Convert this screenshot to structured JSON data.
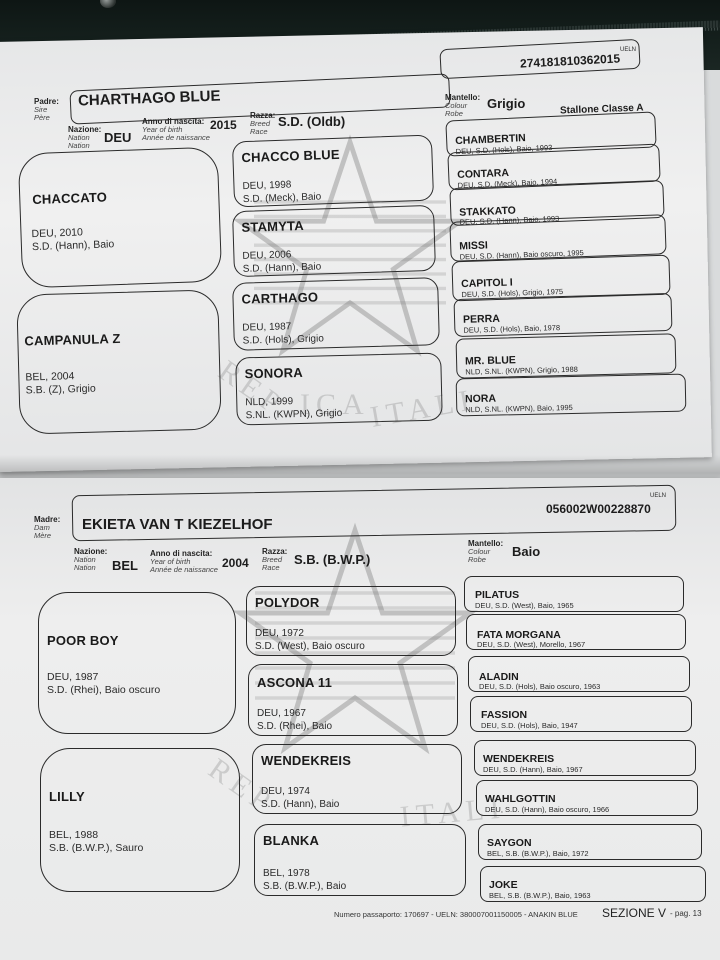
{
  "sire": {
    "label": {
      "it": "Padre:",
      "en": "Sire",
      "fr": "Père"
    },
    "name": "CHARTHAGO BLUE",
    "ueln_label": "UELN",
    "ueln": "274181810362015",
    "nation_label": {
      "it": "Nazione:",
      "en": "Nation",
      "fr": "Nation"
    },
    "nation": "DEU",
    "birth_label": {
      "it": "Anno di nascita:",
      "en": "Year of birth",
      "fr": "Année de naissance"
    },
    "birth_year": "2015",
    "breed_label": {
      "it": "Razza:",
      "en": "Breed",
      "fr": "Race"
    },
    "breed": "S.D. (Oldb)",
    "colour_label": {
      "it": "Mantello:",
      "en": "Colour",
      "fr": "Robe"
    },
    "colour": "Grigio",
    "class": "Stallone Classe A",
    "parents": [
      {
        "name": "CHACCATO",
        "line1": "DEU, 2010",
        "line2": "S.D. (Hann), Baio"
      },
      {
        "name": "CAMPANULA Z",
        "line1": "BEL, 2004",
        "line2": "S.B. (Z), Grigio"
      }
    ],
    "grandparents": [
      {
        "name": "CHACCO BLUE",
        "line1": "DEU, 1998",
        "line2": "S.D. (Meck), Baio"
      },
      {
        "name": "STAMYTA",
        "line1": "DEU, 2006",
        "line2": "S.D. (Hann), Baio"
      },
      {
        "name": "CARTHAGO",
        "line1": "DEU, 1987",
        "line2": "S.D. (Hols), Grigio"
      },
      {
        "name": "SONORA",
        "line1": "NLD, 1999",
        "line2": "S.NL. (KWPN), Grigio"
      }
    ],
    "great_grandparents": [
      {
        "name": "CHAMBERTIN",
        "info": "DEU, S.D.  (Hols), Baio, 1993"
      },
      {
        "name": "CONTARA",
        "info": "DEU, S.D.  (Meck), Baio, 1994"
      },
      {
        "name": "STAKKATO",
        "info": "DEU, S.D.  (Hann), Baio, 1993"
      },
      {
        "name": "MISSI",
        "info": "DEU, S.D.  (Hann), Baio oscuro, 1995"
      },
      {
        "name": "CAPITOL I",
        "info": "DEU, S.D.  (Hols), Grigio, 1975"
      },
      {
        "name": "PERRA",
        "info": "DEU, S.D.  (Hols), Baio, 1978"
      },
      {
        "name": "MR. BLUE",
        "info": "NLD, S.NL.  (KWPN), Grigio, 1988"
      },
      {
        "name": "NORA",
        "info": "NLD, S.NL.  (KWPN), Baio, 1995"
      }
    ]
  },
  "dam": {
    "label": {
      "it": "Madre:",
      "en": "Dam",
      "fr": "Mère"
    },
    "name": "EKIETA VAN T KIEZELHOF",
    "ueln_label": "UELN",
    "ueln": "056002W00228870",
    "nation_label": {
      "it": "Nazione:",
      "en": "Nation",
      "fr": "Nation"
    },
    "nation": "BEL",
    "birth_label": {
      "it": "Anno di nascita:",
      "en": "Year of birth",
      "fr": "Année de naissance"
    },
    "birth_year": "2004",
    "breed_label": {
      "it": "Razza:",
      "en": "Breed",
      "fr": "Race"
    },
    "breed": "S.B. (B.W.P.)",
    "colour_label": {
      "it": "Mantello:",
      "en": "Colour",
      "fr": "Robe"
    },
    "colour": "Baio",
    "parents": [
      {
        "name": "POOR BOY",
        "line1": "DEU, 1987",
        "line2": "S.D. (Rhei), Baio oscuro"
      },
      {
        "name": "LILLY",
        "line1": "BEL, 1988",
        "line2": "S.B. (B.W.P.), Sauro"
      }
    ],
    "grandparents": [
      {
        "name": "POLYDOR",
        "line1": "DEU, 1972",
        "line2": "S.D. (West), Baio oscuro"
      },
      {
        "name": "ASCONA 11",
        "line1": "DEU, 1967",
        "line2": "S.D. (Rhei), Baio"
      },
      {
        "name": "WENDEKREIS",
        "line1": "DEU, 1974",
        "line2": "S.D. (Hann), Baio"
      },
      {
        "name": "BLANKA",
        "line1": "BEL, 1978",
        "line2": "S.B. (B.W.P.), Baio"
      }
    ],
    "great_grandparents": [
      {
        "name": "PILATUS",
        "info": "DEU, S.D.  (West), Baio, 1965"
      },
      {
        "name": "FATA MORGANA",
        "info": "DEU, S.D.  (West), Morello, 1967"
      },
      {
        "name": "ALADIN",
        "info": "DEU, S.D.  (Hols), Baio oscuro, 1963"
      },
      {
        "name": "FASSION",
        "info": "DEU, S.D.  (Hols), Baio, 1947"
      },
      {
        "name": "WENDEKREIS",
        "info": "DEU, S.D.  (Hann), Baio, 1967"
      },
      {
        "name": "WAHLGOTTIN",
        "info": "DEU, S.D.  (Hann), Baio oscuro, 1966"
      },
      {
        "name": "SAYGON",
        "info": "BEL, S.B.  (B.W.P.), Baio, 1972"
      },
      {
        "name": "JOKE",
        "info": "BEL, S.B.  (B.W.P.), Baio, 1963"
      }
    ]
  },
  "watermark": {
    "text_top": "REPUBBLICA ITALIANA",
    "text_left": "REP",
    "text_mid": "ICA",
    "text_right": "ITALI"
  },
  "footer": {
    "passport": "Numero passaporto: 170697 - UELN: 380007001150005 - ANAKIN BLUE",
    "section": "SEZIONE V",
    "page": "-  pag. 13"
  }
}
